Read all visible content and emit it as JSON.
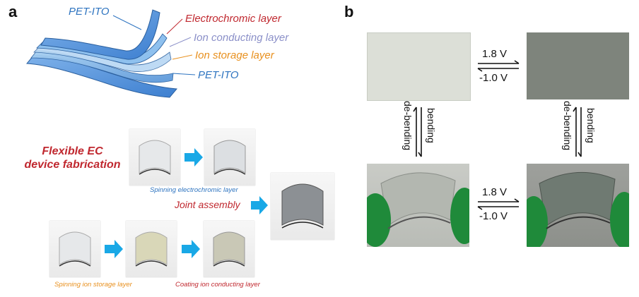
{
  "panels": {
    "a": "a",
    "b": "b"
  },
  "layers": {
    "top_pet": "PET-ITO",
    "electrochromic": "Electrochromic layer",
    "ion_conducting": "Ion conducting layer",
    "ion_storage": "Ion storage layer",
    "bottom_pet": "PET-ITO"
  },
  "fabrication": {
    "title_line1": "Flexible EC",
    "title_line2": "device fabrication",
    "spinning_electrochromic": "Spinning electrochromic layer",
    "joint_assembly": "Joint assembly",
    "spinning_ion_storage": "Spinning ion storage layer",
    "coating_ion_conducting": "Coating ion conducting layer"
  },
  "panel_b": {
    "top_forward_voltage": "1.8 V",
    "top_reverse_voltage": "-1.0 V",
    "bottom_forward_voltage": "1.8 V",
    "bottom_reverse_voltage": "-1.0 V",
    "left_down": "bending",
    "left_up": "de-bending",
    "right_down": "bending",
    "right_up": "de-bending"
  },
  "colors": {
    "pet_ito": "#2e74c0",
    "electrochromic": "#c0282f",
    "ion_conducting": "#8a8fc8",
    "ion_storage": "#e8901e",
    "fabrication_title": "#c0282f",
    "arrow_blue": "#19a8e6",
    "glove_green": "#1f8a3a"
  }
}
